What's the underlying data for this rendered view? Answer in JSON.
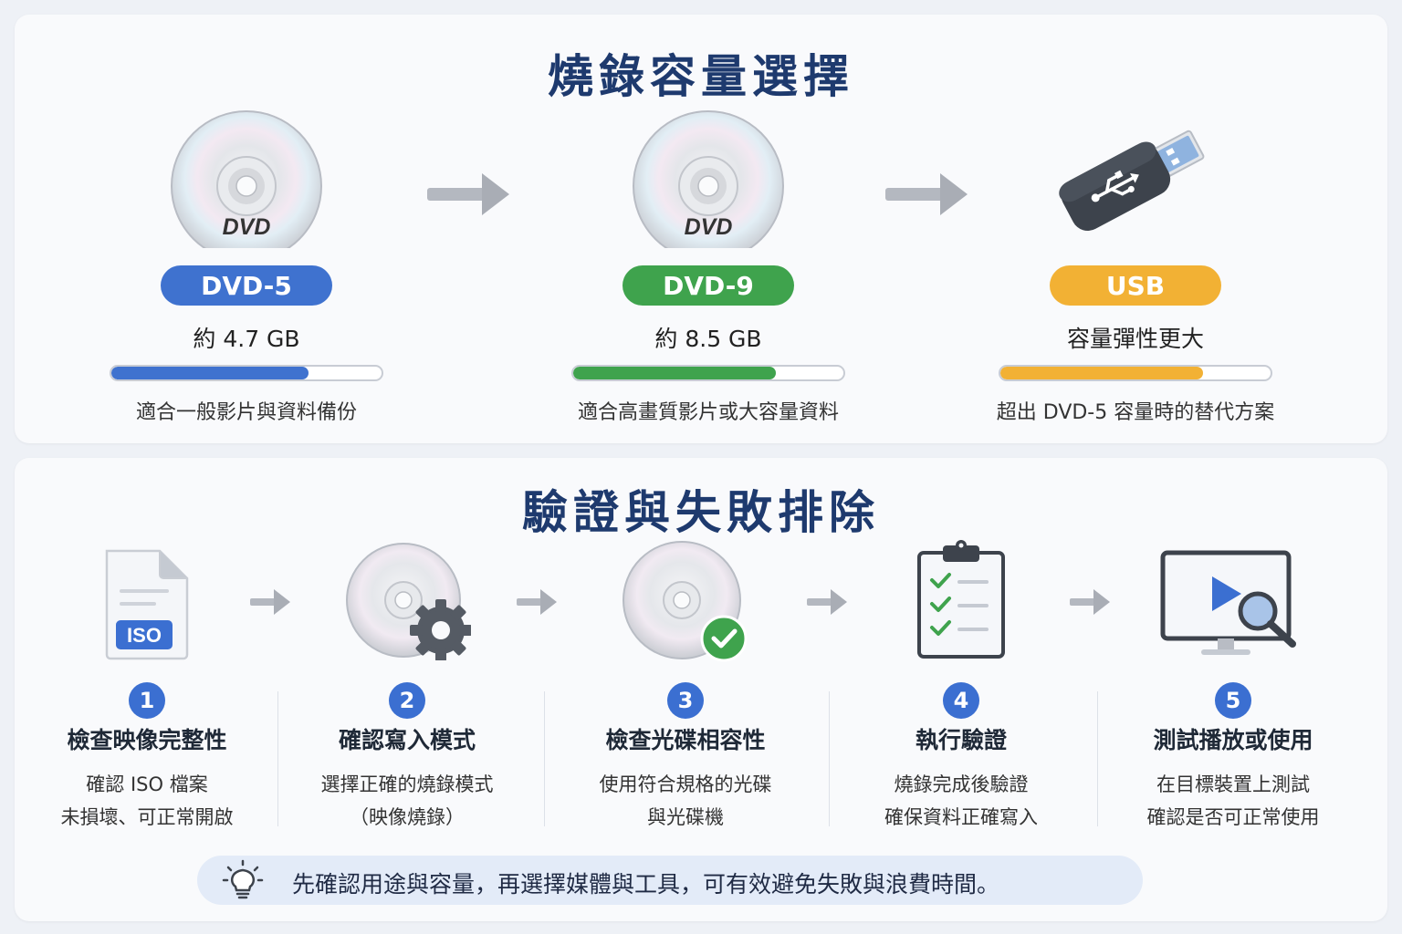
{
  "capacity": {
    "title": "燒錄容量選擇",
    "items": [
      {
        "icon": "dvd-disc-icon",
        "disc_label": "DVD",
        "name": "DVD-5",
        "size": "約 4.7 GB",
        "desc": "適合一般影片與資料備份",
        "color": "#3f72cf",
        "fill": 0.73
      },
      {
        "icon": "dvd-disc-icon",
        "disc_label": "DVD",
        "name": "DVD-9",
        "size": "約 8.5 GB",
        "desc": "適合高畫質影片或大容量資料",
        "color": "#3fa34d",
        "fill": 0.75
      },
      {
        "icon": "usb-drive-icon",
        "name": "USB",
        "size": "容量彈性更大",
        "desc": "超出 DVD-5 容量時的替代方案",
        "color": "#f2b134",
        "fill": 0.75
      }
    ]
  },
  "verify": {
    "title": "驗證與失敗排除",
    "steps": [
      {
        "num": "1",
        "icon": "iso-file-icon",
        "icon_label": "ISO",
        "title": "檢查映像完整性",
        "desc1": "確認 ISO 檔案",
        "desc2": "未損壞、可正常開啟"
      },
      {
        "num": "2",
        "icon": "disc-settings-icon",
        "title": "確認寫入模式",
        "desc1": "選擇正確的燒錄模式",
        "desc2": "（映像燒錄）"
      },
      {
        "num": "3",
        "icon": "disc-check-icon",
        "title": "檢查光碟相容性",
        "desc1": "使用符合規格的光碟",
        "desc2": "與光碟機"
      },
      {
        "num": "4",
        "icon": "checklist-icon",
        "title": "執行驗證",
        "desc1": "燒錄完成後驗證",
        "desc2": "確保資料正確寫入"
      },
      {
        "num": "5",
        "icon": "monitor-play-search-icon",
        "title": "測試播放或使用",
        "desc1": "在目標裝置上測試",
        "desc2": "確認是否可正常使用"
      }
    ],
    "tip": "先確認用途與容量，再選擇媒體與工具，可有效避免失敗與浪費時間。",
    "step_color": "#3b6fd1"
  }
}
